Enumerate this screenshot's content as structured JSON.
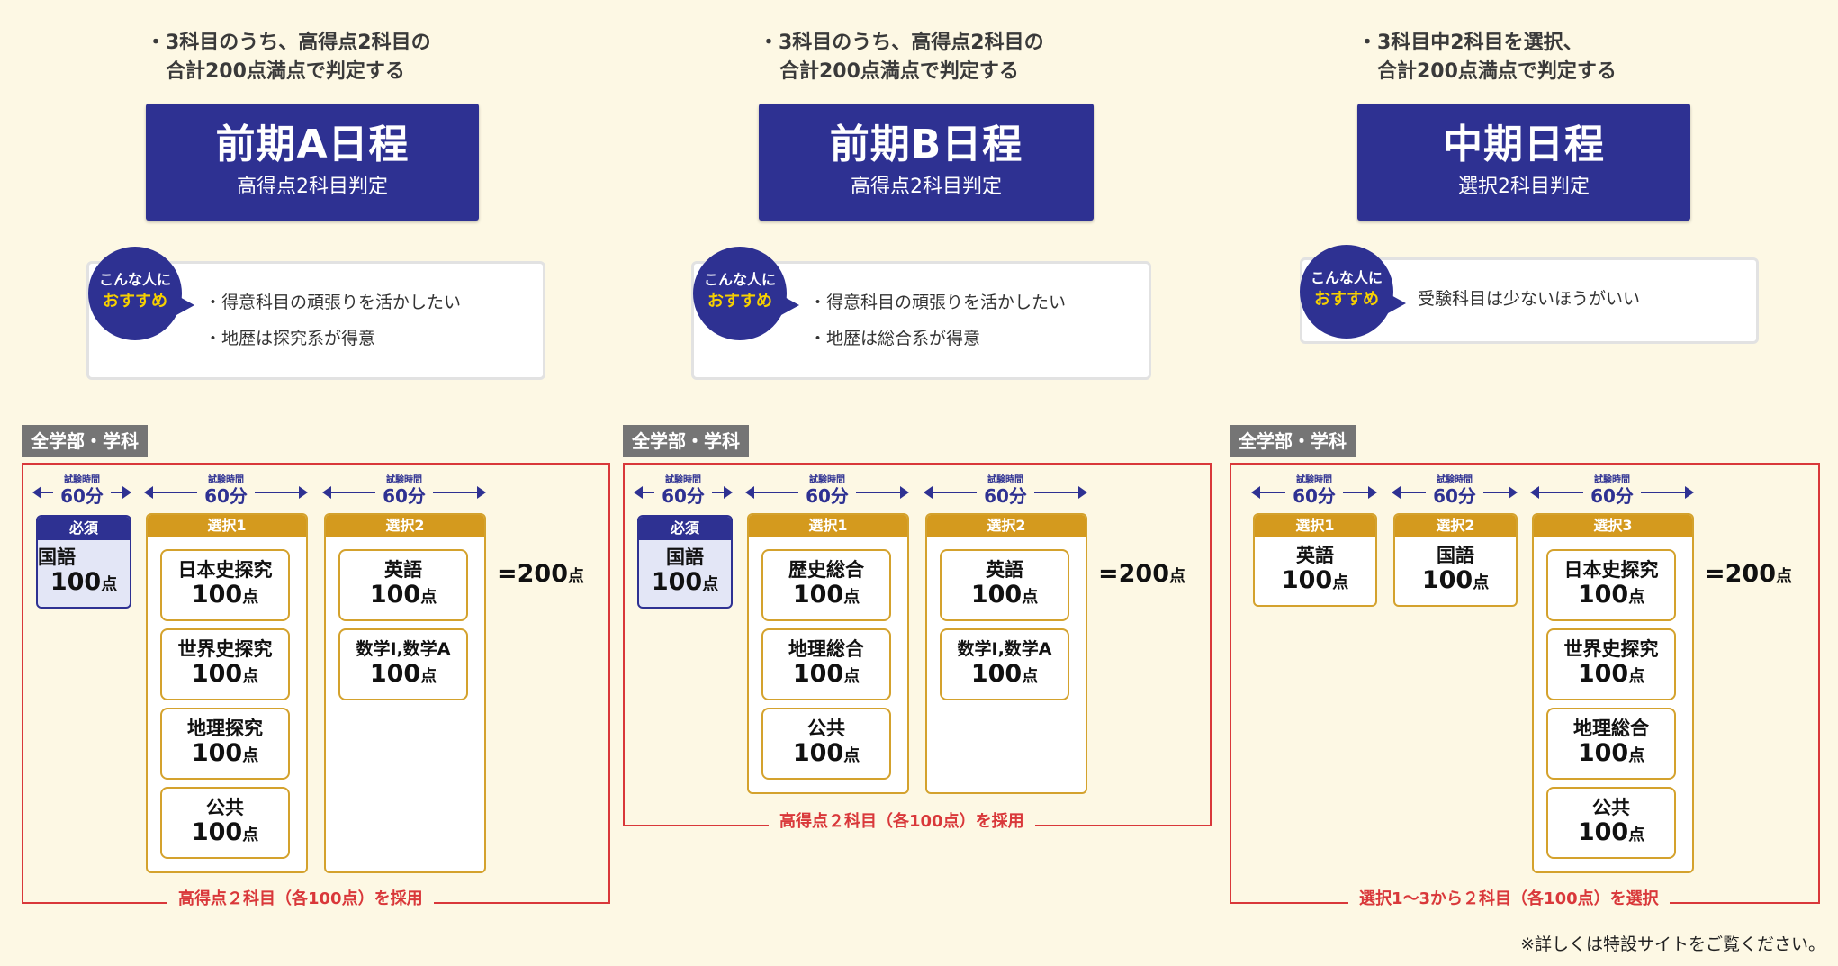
{
  "schedules": [
    {
      "desc_line1": "・3科目のうち、高得点2科目の",
      "desc_line2": "合計200点満点で判定する",
      "title": "前期A日程",
      "subtitle": "高得点2科目判定",
      "badge_line1": "こんな人に",
      "badge_line2": "おすすめ",
      "rec_items": [
        "・得意科目の頑張りを活かしたい",
        "・地歴は探究系が得意"
      ],
      "dept": "全学部・学科",
      "time_label": "試験時間",
      "time_value": "60分",
      "required": {
        "header": "必須",
        "subject": "国語",
        "points": "100",
        "unit": "点"
      },
      "groups": [
        {
          "header": "選択1",
          "subjects": [
            {
              "name": "日本史探究",
              "points": "100",
              "unit": "点"
            },
            {
              "name": "世界史探究",
              "points": "100",
              "unit": "点"
            },
            {
              "name": "地理探究",
              "points": "100",
              "unit": "点"
            },
            {
              "name": "公共",
              "points": "100",
              "unit": "点"
            }
          ]
        },
        {
          "header": "選択2",
          "subjects": [
            {
              "name": "英語",
              "points": "100",
              "unit": "点"
            },
            {
              "name": "数学Ⅰ,数学A",
              "points": "100",
              "unit": "点"
            }
          ]
        }
      ],
      "total": "=200",
      "total_unit": "点",
      "caption": "高得点２科目（各100点）を採用"
    },
    {
      "desc_line1": "・3科目のうち、高得点2科目の",
      "desc_line2": "合計200点満点で判定する",
      "title": "前期B日程",
      "subtitle": "高得点2科目判定",
      "badge_line1": "こんな人に",
      "badge_line2": "おすすめ",
      "rec_items": [
        "・得意科目の頑張りを活かしたい",
        "・地歴は総合系が得意"
      ],
      "dept": "全学部・学科",
      "time_label": "試験時間",
      "time_value": "60分",
      "required": {
        "header": "必須",
        "subject": "国語",
        "points": "100",
        "unit": "点"
      },
      "groups": [
        {
          "header": "選択1",
          "subjects": [
            {
              "name": "歴史総合",
              "points": "100",
              "unit": "点"
            },
            {
              "name": "地理総合",
              "points": "100",
              "unit": "点"
            },
            {
              "name": "公共",
              "points": "100",
              "unit": "点"
            }
          ]
        },
        {
          "header": "選択2",
          "subjects": [
            {
              "name": "英語",
              "points": "100",
              "unit": "点"
            },
            {
              "name": "数学Ⅰ,数学A",
              "points": "100",
              "unit": "点"
            }
          ]
        }
      ],
      "total": "=200",
      "total_unit": "点",
      "caption": "高得点２科目（各100点）を採用"
    },
    {
      "desc_line1": "・3科目中2科目を選択、",
      "desc_line2": "合計200点満点で判定する",
      "title": "中期日程",
      "subtitle": "選択2科目判定",
      "badge_line1": "こんな人に",
      "badge_line2": "おすすめ",
      "rec_items": [
        "受験科目は少ないほうがいい"
      ],
      "dept": "全学部・学科",
      "time_label": "試験時間",
      "time_value": "60分",
      "groups": [
        {
          "header": "選択1",
          "subjects": [
            {
              "name": "英語",
              "points": "100",
              "unit": "点"
            }
          ]
        },
        {
          "header": "選択2",
          "subjects": [
            {
              "name": "国語",
              "points": "100",
              "unit": "点"
            }
          ]
        },
        {
          "header": "選択3",
          "subjects": [
            {
              "name": "日本史探究",
              "points": "100",
              "unit": "点"
            },
            {
              "name": "世界史探究",
              "points": "100",
              "unit": "点"
            },
            {
              "name": "地理総合",
              "points": "100",
              "unit": "点"
            },
            {
              "name": "公共",
              "points": "100",
              "unit": "点"
            }
          ]
        }
      ],
      "total": "=200",
      "total_unit": "点",
      "caption": "選択1〜3から２科目（各100点）を選択"
    }
  ],
  "footnote": "※詳しくは特設サイトをご覧ください。",
  "colors": {
    "navy": "#2e3192",
    "gold": "#d49a1e",
    "red": "#d9383a",
    "background": "#fdf8e4"
  }
}
